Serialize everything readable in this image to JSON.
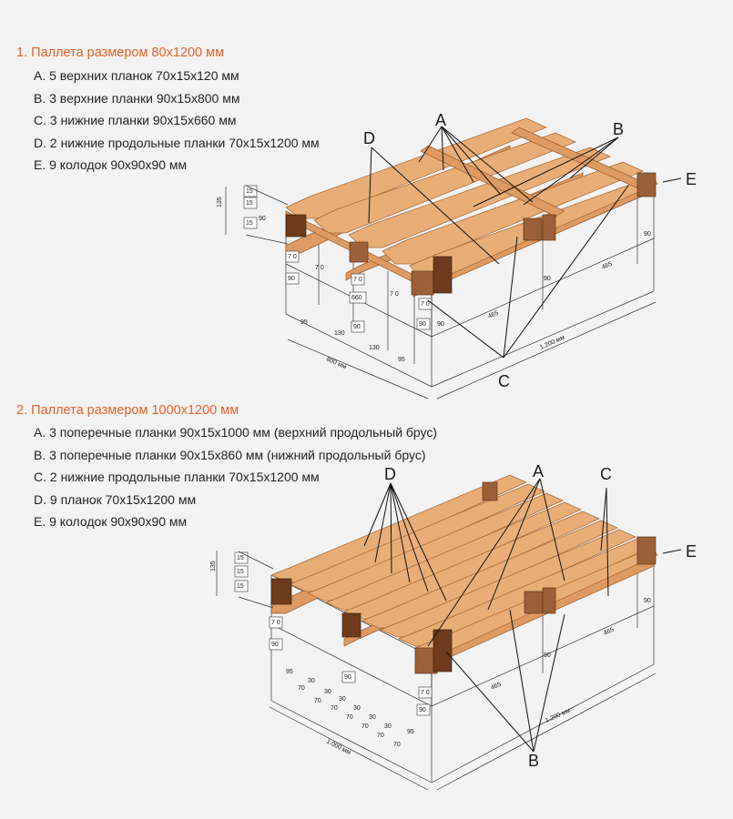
{
  "section1": {
    "title": "1. Паллета размером 80х1200 мм",
    "items": [
      "A. 5 верхних планок 70х15х120 мм",
      "B. 3 верхние планки 90х15х800 мм",
      "C. 3 нижние планки 90х15х660 мм",
      "D. 2 нижние продольные планки 70х15х1200 мм",
      "E. 9 колодок 90х90х90 мм"
    ],
    "callouts": {
      "a": "A",
      "b": "B",
      "c": "C",
      "d": "D",
      "e": "E"
    },
    "dims": {
      "h135": "135",
      "t15a": "15",
      "t15b": "15",
      "t15c": "15",
      "v90": "90",
      "v70a": "7 0",
      "v90b": "90",
      "v70b": "7 0",
      "v70c": "7 0",
      "v660": "660",
      "v90c": "90",
      "v70d": "7 0",
      "v70e": "7 0",
      "v90d": "90",
      "v90e": "90",
      "w95a": "95",
      "w130a": "130",
      "w130b": "130",
      "w95b": "95",
      "width": "800 мм",
      "d90a": "90",
      "d465a": "465",
      "d465b": "465",
      "d90b": "90",
      "length": "1.200 мм"
    }
  },
  "section2": {
    "title": "2. Паллета размером 1000х1200 мм",
    "items": [
      "A. 3 поперечные планки 90х15х1000 мм (верхний продольный брус)",
      "B. 3 поперечные планки 90х15х860 мм (нижний продольный брус)",
      "C. 2 нижние продольные планки 70х15х1200 мм",
      "D. 9 планок 70х15х1200 мм",
      "E. 9 колодок 90х90х90 мм"
    ],
    "callouts": {
      "a": "A",
      "b": "B",
      "c": "C",
      "d": "D",
      "e": "E"
    },
    "dims": {
      "h135": "135",
      "t15a": "15",
      "t15b": "15",
      "t15c": "15",
      "v70a": "7 0",
      "v90a": "90",
      "w95a": "95",
      "s70a": "70",
      "s30a": "30",
      "s70b": "70",
      "s30b": "30",
      "s70c": "70",
      "s30c": "30",
      "s70d": "70",
      "s30d": "30",
      "s70e": "70",
      "s30e": "30",
      "s70f": "70",
      "s30f": "30",
      "s70g": "70",
      "v90b": "90",
      "v70b": "7 0",
      "v90c": "90",
      "w95b": "95",
      "width": "1.000 мм",
      "d90a": "90",
      "d465a": "465",
      "d465b": "465",
      "d90b": "90",
      "length": "1.200 мм"
    }
  }
}
